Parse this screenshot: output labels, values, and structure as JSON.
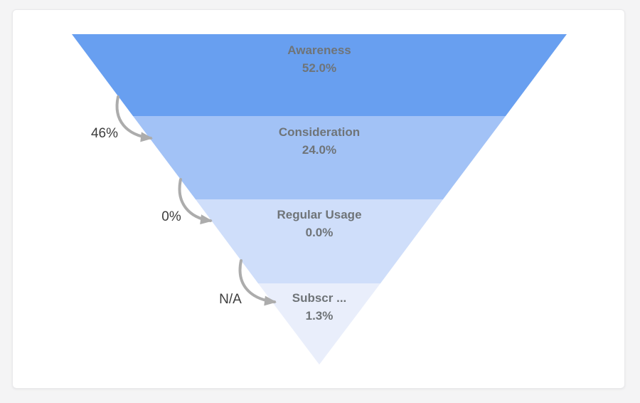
{
  "chart_data": {
    "type": "funnel",
    "title": "",
    "stages": [
      {
        "label": "Awareness",
        "value_pct": 52.0,
        "value_label": "52.0%",
        "color": "#689ff0"
      },
      {
        "label": "Consideration",
        "value_pct": 24.0,
        "value_label": "24.0%",
        "color": "#a2c2f6"
      },
      {
        "label": "Regular Usage",
        "value_pct": 0.0,
        "value_label": "0.0%",
        "color": "#cfdefa"
      },
      {
        "label": "Subscr ...",
        "value_pct": 1.3,
        "value_label": "1.3%",
        "color": "#e9eefb"
      }
    ],
    "conversions": [
      {
        "from": "Awareness",
        "to": "Consideration",
        "label": "46%"
      },
      {
        "from": "Consideration",
        "to": "Regular Usage",
        "label": "0%"
      },
      {
        "from": "Regular Usage",
        "to": "Subscr ...",
        "label": "N/A"
      }
    ],
    "arrow_color": "#acacac",
    "stage_text_color": "#6f7478",
    "conversion_text_color": "#3d3d3d",
    "layout": {
      "legend": "none",
      "grid": "off",
      "orientation": "inverted-pyramid"
    }
  }
}
